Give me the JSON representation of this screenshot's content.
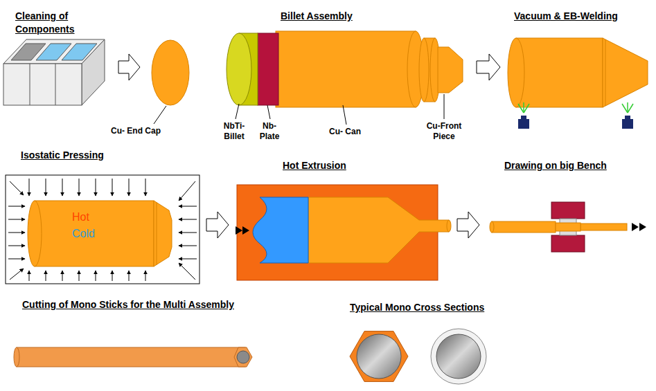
{
  "diagram": {
    "nodes": [
      {
        "text": [
          "Cleaning of Components"
        ]
      },
      {
        "text": [
          "Billet Assembly"
        ]
      },
      {
        "text": [
          "Vacuum & EB-Welding"
        ]
      },
      {
        "text": [
          "Isostatic Pressing"
        ]
      },
      {
        "text": [
          "Hot Extrusion"
        ]
      },
      {
        "text": [
          "Drawing on big Bench"
        ]
      },
      {
        "text": [
          "Cutting of Mono Sticks for the Multi Assembly"
        ]
      },
      {
        "text": [
          "Typical Mono Cross Sections"
        ]
      }
    ],
    "edges": [
      {
        "from": 0,
        "to": 1,
        "arrow": "to"
      },
      {
        "from": 1,
        "to": 2,
        "arrow": "to"
      },
      {
        "from": 3,
        "to": 4,
        "arrow": "to"
      },
      {
        "from": 4,
        "to": 5,
        "arrow": "to"
      }
    ],
    "labels": [
      "Cu- End Cap",
      "NbTi-Billet",
      "Nb-Plate",
      "Cu- Can",
      "Cu-Front Piece",
      "Hot",
      "Cold"
    ]
  }
}
